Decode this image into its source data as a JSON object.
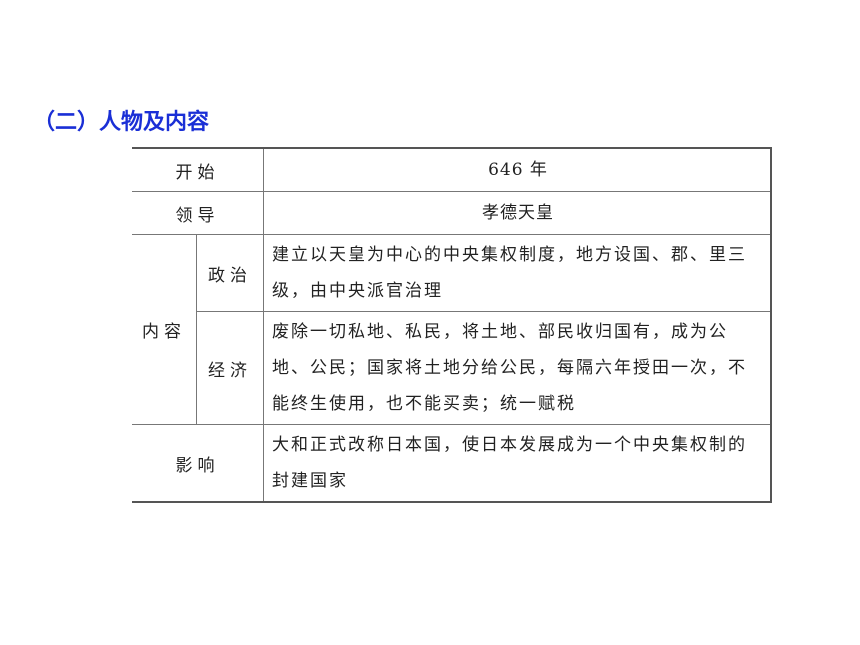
{
  "heading": "（二）人物及内容",
  "table": {
    "start_label": "开始",
    "start_value": "646 年",
    "leader_label": "领导",
    "leader_value": "孝德天皇",
    "content_label": "内容",
    "politics_label": "政治",
    "politics_value": "建立以天皇为中心的中央集权制度，地方设国、郡、里三级，由中央派官治理",
    "economy_label": "经济",
    "economy_value": "废除一切私地、私民，将土地、部民收归国有，成为公地、公民；国家将土地分给公民，每隔六年授田一次，不能终生使用，也不能买卖；统一赋税",
    "impact_label": "影响",
    "impact_value": "大和正式改称日本国，使日本发展成为一个中央集权制的封建国家"
  }
}
